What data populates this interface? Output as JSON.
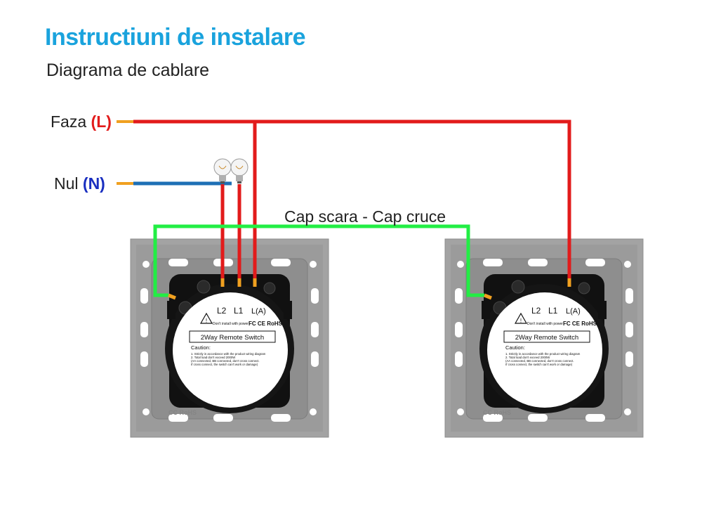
{
  "header": {
    "title": "Instructiuni de instalare",
    "subtitle": "Diagrama de cablare"
  },
  "inputs": {
    "phase": {
      "label": "Faza",
      "code": "(L)"
    },
    "neutral": {
      "label": "Nul",
      "code": "(N)"
    }
  },
  "link_label": "Cap scara - Cap cruce",
  "colors": {
    "title": "#1aa3dd",
    "phase_wire": "#e21b1b",
    "neutral_wire": "#1e6fb5",
    "traveller_wire": "#22ee44",
    "terminal_tip": "#f0a020",
    "plate": "#9a9a9a"
  },
  "switches": [
    {
      "terminals": [
        "L2",
        "L1",
        "L(A)"
      ],
      "model": "2Way Remote Switch",
      "warning": "Don't install with power",
      "marks": "FC CE RoHS",
      "caution_title": "Caution:",
      "caution_lines": [
        "1. Strictly in accordance with the product wiring diagram",
        "2. Total load don't exceed 2000W",
        "(AA connected, BB connected, don't cross connect.",
        "If cross connect, the switch can't work or damage)"
      ],
      "embossed": "CC RoHS"
    },
    {
      "terminals": [
        "L2",
        "L1",
        "L(A)"
      ],
      "model": "2Way Remote Switch",
      "warning": "Don't install with power",
      "marks": "FC CE RoHS",
      "caution_title": "Caution:",
      "caution_lines": [
        "1. Strictly in accordance with the product wiring diagram",
        "2. Total load don't exceed 2000W",
        "(AA connected, BB connected, don't cross connect.",
        "If cross connect, the switch can't work or damage)"
      ],
      "embossed": "CC RoHS"
    }
  ]
}
